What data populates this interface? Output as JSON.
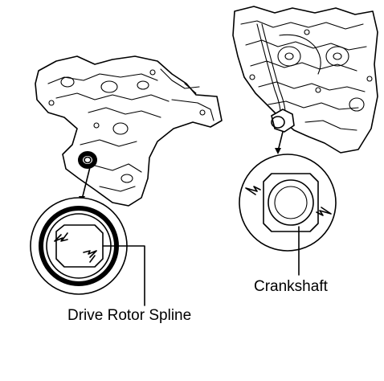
{
  "labels": {
    "left_callout": "Drive Rotor Spline",
    "right_callout": "Crankshaft"
  },
  "colors": {
    "line": "#000000",
    "background": "#ffffff"
  },
  "icons": [
    "arrow-icon",
    "engine-drawing",
    "spline-detail",
    "crankshaft-detail"
  ]
}
